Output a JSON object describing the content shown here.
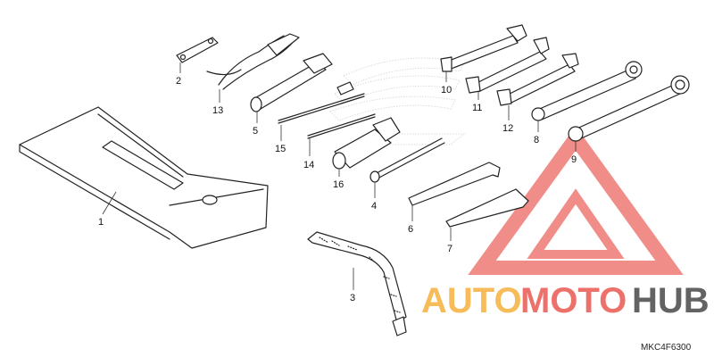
{
  "diagram": {
    "code": "MKC4F6300",
    "callouts": [
      {
        "id": "1",
        "label": "1"
      },
      {
        "id": "2",
        "label": "2"
      },
      {
        "id": "3",
        "label": "3"
      },
      {
        "id": "4",
        "label": "4"
      },
      {
        "id": "5",
        "label": "5"
      },
      {
        "id": "6",
        "label": "6"
      },
      {
        "id": "7",
        "label": "7"
      },
      {
        "id": "8",
        "label": "8"
      },
      {
        "id": "9",
        "label": "9"
      },
      {
        "id": "10",
        "label": "10"
      },
      {
        "id": "11",
        "label": "11"
      },
      {
        "id": "12",
        "label": "12"
      },
      {
        "id": "13",
        "label": "13"
      },
      {
        "id": "14",
        "label": "14"
      },
      {
        "id": "15",
        "label": "15"
      },
      {
        "id": "16",
        "label": "16"
      }
    ]
  },
  "watermark": {
    "brand_part1": "AUTO",
    "brand_part2": "MOTO",
    "brand_part3": "HUB",
    "color_orange": "#f5a623",
    "color_red": "#e8423a",
    "color_dark": "#3d3d3d"
  }
}
